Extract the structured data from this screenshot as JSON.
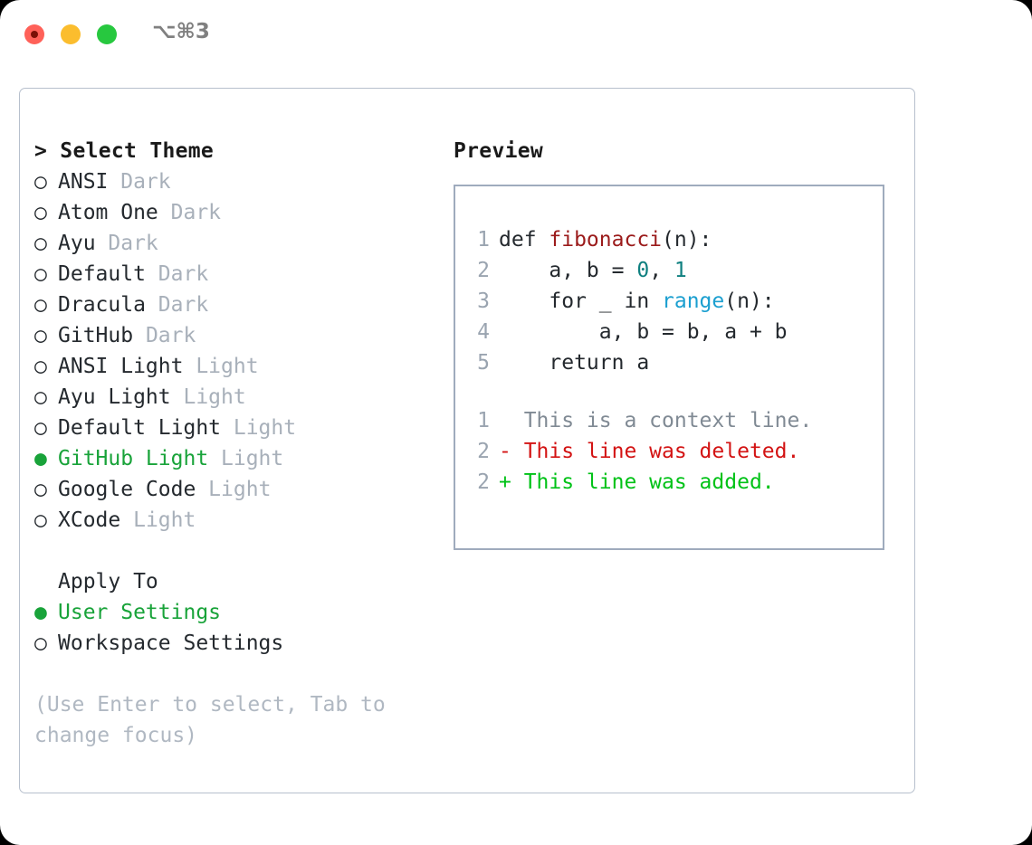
{
  "window": {
    "shortcut": "⌥⌘3",
    "traffic_lights": [
      "close-red",
      "minimize-yellow",
      "zoom-green"
    ]
  },
  "colors": {
    "selected_green": "#19a33a",
    "muted_gray": "#a8b0ba",
    "text": "#24292e",
    "panel_border": "#b7c0cd",
    "preview_border": "#9fabbd",
    "diff_add": "#00c217",
    "diff_del": "#d31313",
    "token_function": "#9b1b1b",
    "token_number": "#0f8080",
    "token_builtin": "#1b9fd0"
  },
  "theme_picker": {
    "heading": "> Select Theme",
    "marker_selected": "●",
    "marker_unselected": "○",
    "items": [
      {
        "name": "ANSI",
        "category": "Dark",
        "selected": false
      },
      {
        "name": "Atom One",
        "category": "Dark",
        "selected": false
      },
      {
        "name": "Ayu",
        "category": "Dark",
        "selected": false
      },
      {
        "name": "Default",
        "category": "Dark",
        "selected": false
      },
      {
        "name": "Dracula",
        "category": "Dark",
        "selected": false
      },
      {
        "name": "GitHub",
        "category": "Dark",
        "selected": false
      },
      {
        "name": "ANSI Light",
        "category": "Light",
        "selected": false
      },
      {
        "name": "Ayu Light",
        "category": "Light",
        "selected": false
      },
      {
        "name": "Default Light",
        "category": "Light",
        "selected": false
      },
      {
        "name": "GitHub Light",
        "category": "Light",
        "selected": true
      },
      {
        "name": "Google Code",
        "category": "Light",
        "selected": false
      },
      {
        "name": "XCode",
        "category": "Light",
        "selected": false
      }
    ]
  },
  "apply_to": {
    "heading": "Apply To",
    "options": [
      {
        "label": "User Settings",
        "selected": true
      },
      {
        "label": "Workspace Settings",
        "selected": false
      }
    ]
  },
  "hint": "(Use Enter to select, Tab to change focus)",
  "preview": {
    "title": "Preview",
    "code_lines": [
      {
        "num": "1",
        "tokens": [
          {
            "text": "def ",
            "type": "kw"
          },
          {
            "text": "fibonacci",
            "type": "fn"
          },
          {
            "text": "(n):",
            "type": "plain"
          }
        ]
      },
      {
        "num": "2",
        "tokens": [
          {
            "text": "    a, b = ",
            "type": "plain"
          },
          {
            "text": "0",
            "type": "num"
          },
          {
            "text": ", ",
            "type": "plain"
          },
          {
            "text": "1",
            "type": "num"
          }
        ]
      },
      {
        "num": "3",
        "tokens": [
          {
            "text": "    for _ in ",
            "type": "plain"
          },
          {
            "text": "range",
            "type": "builtin"
          },
          {
            "text": "(n):",
            "type": "plain"
          }
        ]
      },
      {
        "num": "4",
        "tokens": [
          {
            "text": "        a, b = b, a + b",
            "type": "plain"
          }
        ]
      },
      {
        "num": "5",
        "tokens": [
          {
            "text": "    return a",
            "type": "plain"
          }
        ]
      }
    ],
    "diff_lines": [
      {
        "num": "1",
        "sign": "  ",
        "text": "This is a context line.",
        "kind": "ctx"
      },
      {
        "num": "2",
        "sign": "- ",
        "text": "This line was deleted.",
        "kind": "del"
      },
      {
        "num": "2",
        "sign": "+ ",
        "text": "This line was added.",
        "kind": "add"
      }
    ]
  }
}
